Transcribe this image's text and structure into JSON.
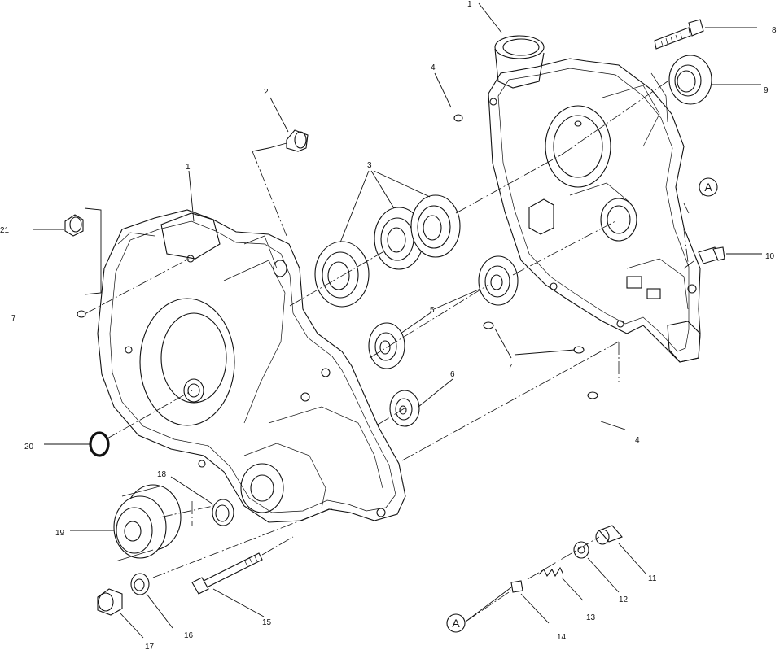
{
  "labels": {
    "l1a": "1",
    "l1b": "1",
    "l2": "2",
    "l3": "3",
    "l4a": "4",
    "l4b": "4",
    "l5": "5",
    "l6": "6",
    "l7a": "7",
    "l7b": "7",
    "l8": "8",
    "l9": "9",
    "l10": "10",
    "l11": "11",
    "l12": "12",
    "l13": "13",
    "l14": "14",
    "l15": "15",
    "l16": "16",
    "l17": "17",
    "l18": "18",
    "l19": "19",
    "l20": "20",
    "l21": "21"
  },
  "callouts": {
    "a1": "A",
    "a2": "A"
  }
}
